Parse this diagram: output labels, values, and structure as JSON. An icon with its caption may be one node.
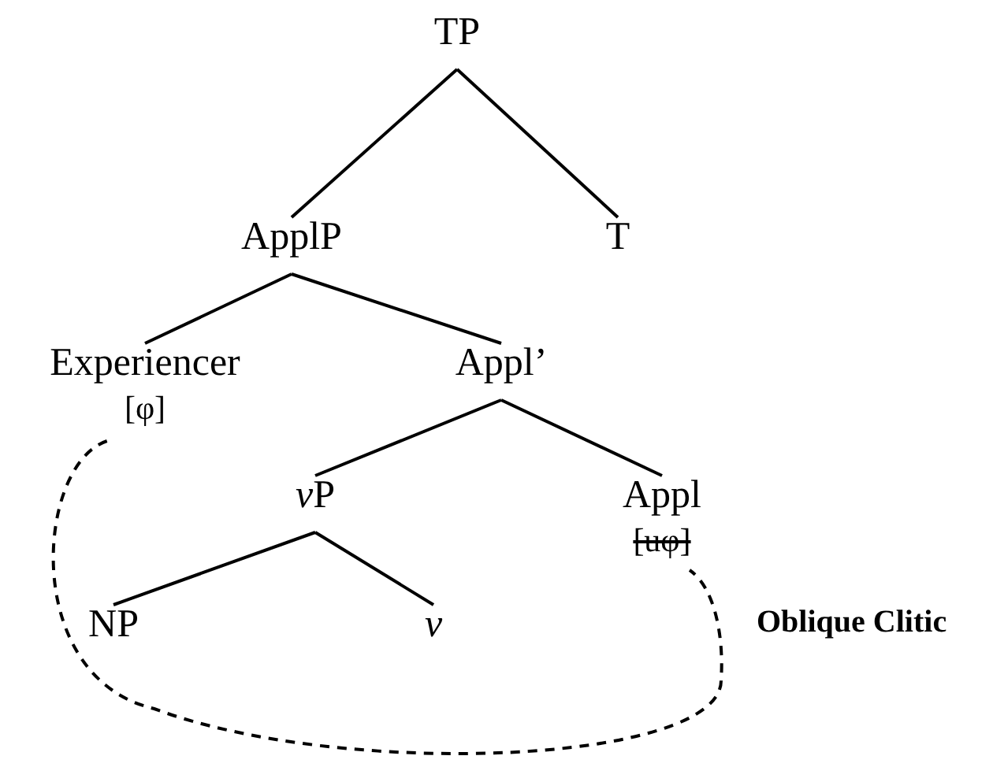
{
  "diagram": {
    "nodes": [
      {
        "text": [
          "TP"
        ]
      },
      {
        "text": [
          "ApplP"
        ]
      },
      {
        "text": [
          "T"
        ]
      },
      {
        "text": [
          "Experiencer",
          "[φ]"
        ]
      },
      {
        "text": [
          "Appl’"
        ]
      },
      {
        "text": [
          "vP"
        ]
      },
      {
        "text": [
          "Appl",
          "[uφ]"
        ]
      },
      {
        "text": [
          "NP"
        ]
      },
      {
        "text": [
          "v"
        ]
      }
    ],
    "edges": [
      {
        "from": 0,
        "to": 1,
        "arrow": "none"
      },
      {
        "from": 0,
        "to": 2,
        "arrow": "none"
      },
      {
        "from": 1,
        "to": 3,
        "arrow": "none"
      },
      {
        "from": 1,
        "to": 4,
        "arrow": "none"
      },
      {
        "from": 4,
        "to": 5,
        "arrow": "none"
      },
      {
        "from": 4,
        "to": 6,
        "arrow": "none"
      },
      {
        "from": 5,
        "to": 7,
        "arrow": "none"
      },
      {
        "from": 5,
        "to": 8,
        "arrow": "none"
      },
      {
        "from": 3,
        "to": 6,
        "arrow": "none",
        "style": "dashed"
      }
    ],
    "labels": [
      "Oblique Clitic"
    ]
  }
}
